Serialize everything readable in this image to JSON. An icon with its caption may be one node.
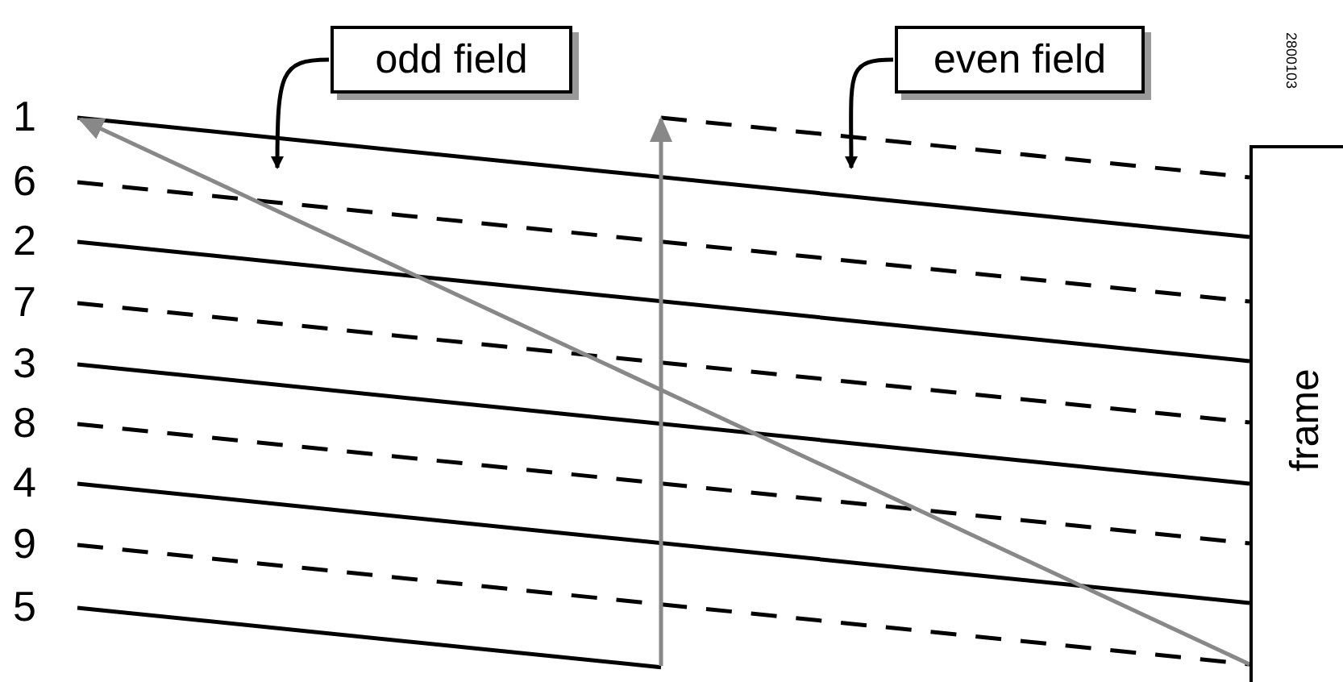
{
  "diagram": {
    "nodes": [
      {
        "text": [
          "odd field"
        ]
      },
      {
        "text": [
          "even field"
        ]
      },
      {
        "text": [
          "frame"
        ]
      }
    ],
    "edges": [
      {
        "from": 0,
        "to": null,
        "arrow": "to"
      },
      {
        "from": 1,
        "to": null,
        "arrow": "to"
      }
    ],
    "labels": [
      "2800103",
      "1",
      "6",
      "2",
      "7",
      "3",
      "8",
      "4",
      "9",
      "5"
    ]
  }
}
